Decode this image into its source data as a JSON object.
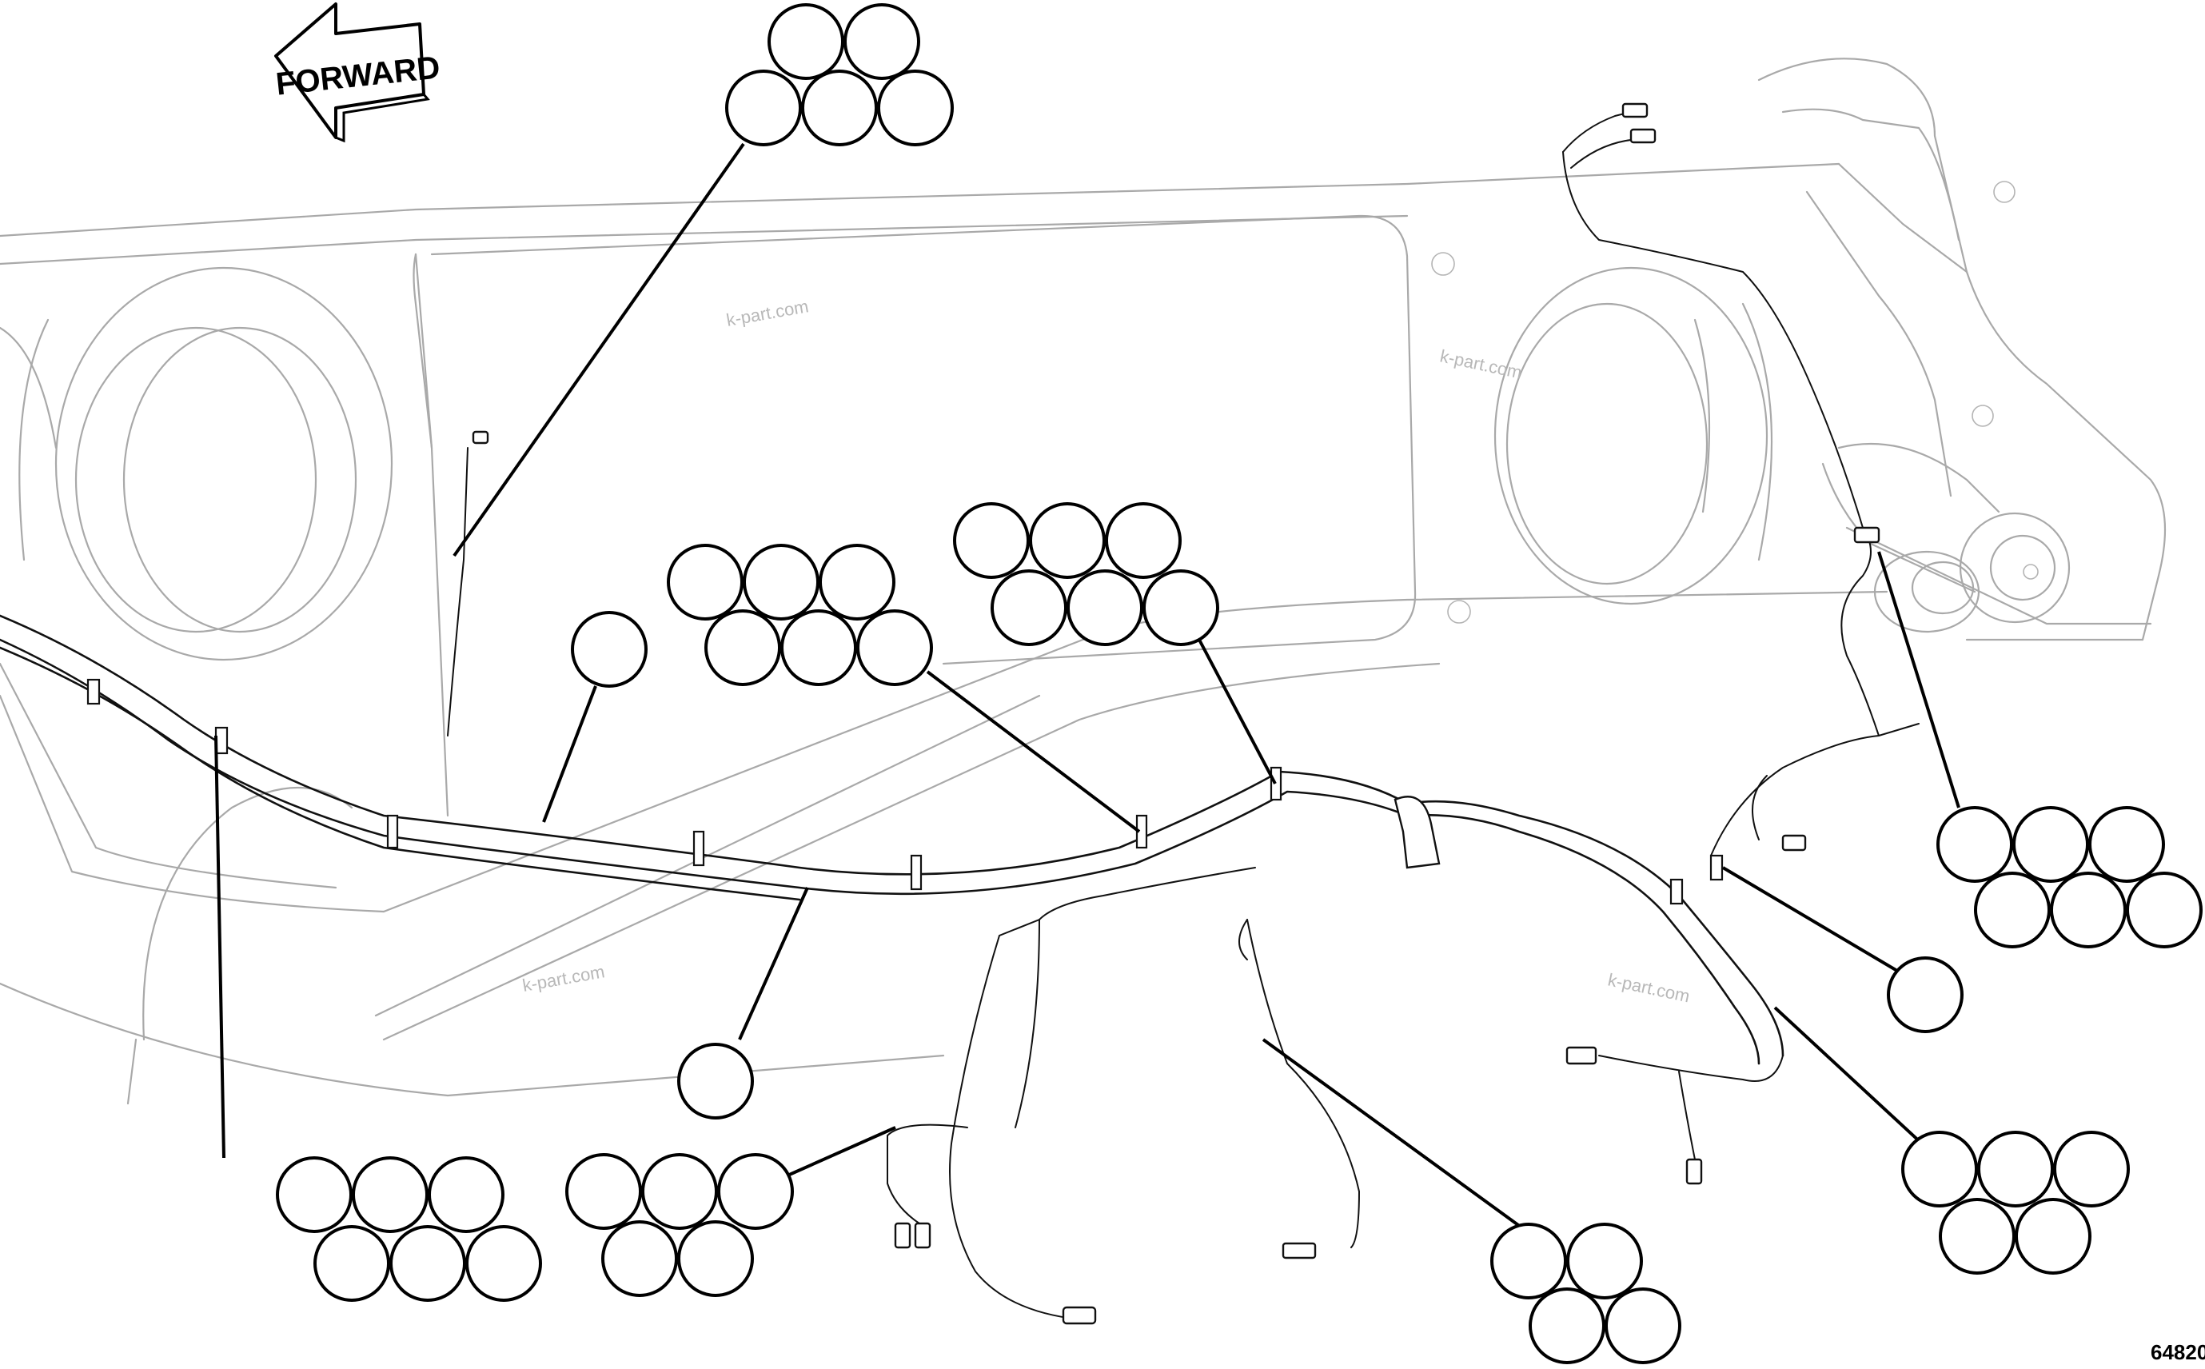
{
  "direction_label": "FORWARD",
  "watermark": "k-part.com",
  "figure_id": "64820"
}
